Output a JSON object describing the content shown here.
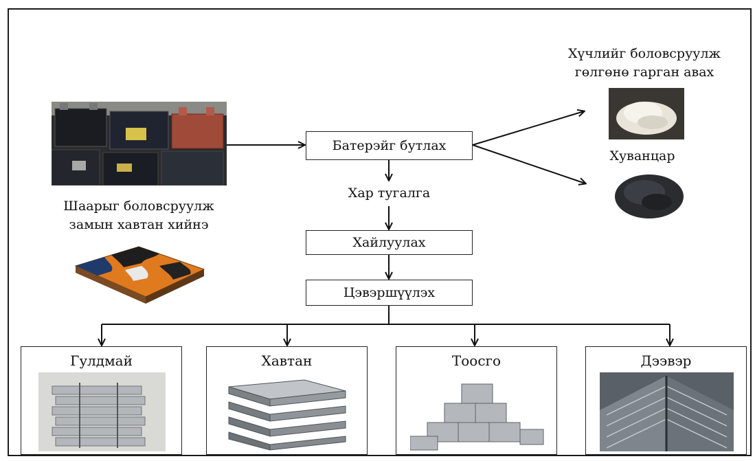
{
  "steps": {
    "crush": "Батерэйг бутлах",
    "black_metal": "Хар тугалга",
    "melt": "Хайлуулах",
    "refine": "Цэвэршүүлэх"
  },
  "left_note": {
    "line1": "Шаарыг боловсруулж",
    "line2": "замын хавтан хийнэ"
  },
  "right_outputs": {
    "powder_line1": "Хүчлийг боловсруулж",
    "powder_line2": "гөлгөнө гарган авах",
    "plastic": "Хуванцар"
  },
  "products": [
    {
      "name": "Гулдмай",
      "icon": "ingot-stack-icon"
    },
    {
      "name": "Хавтан",
      "icon": "plate-stack-icon"
    },
    {
      "name": "Тоосго",
      "icon": "brick-wall-icon"
    },
    {
      "name": "Дээвэр",
      "icon": "roof-icon"
    }
  ],
  "colors": {
    "line": "#111111",
    "tile_orange": "#e07a1f",
    "tile_blue": "#1f3b6b",
    "metal": "#a9aeb3"
  }
}
